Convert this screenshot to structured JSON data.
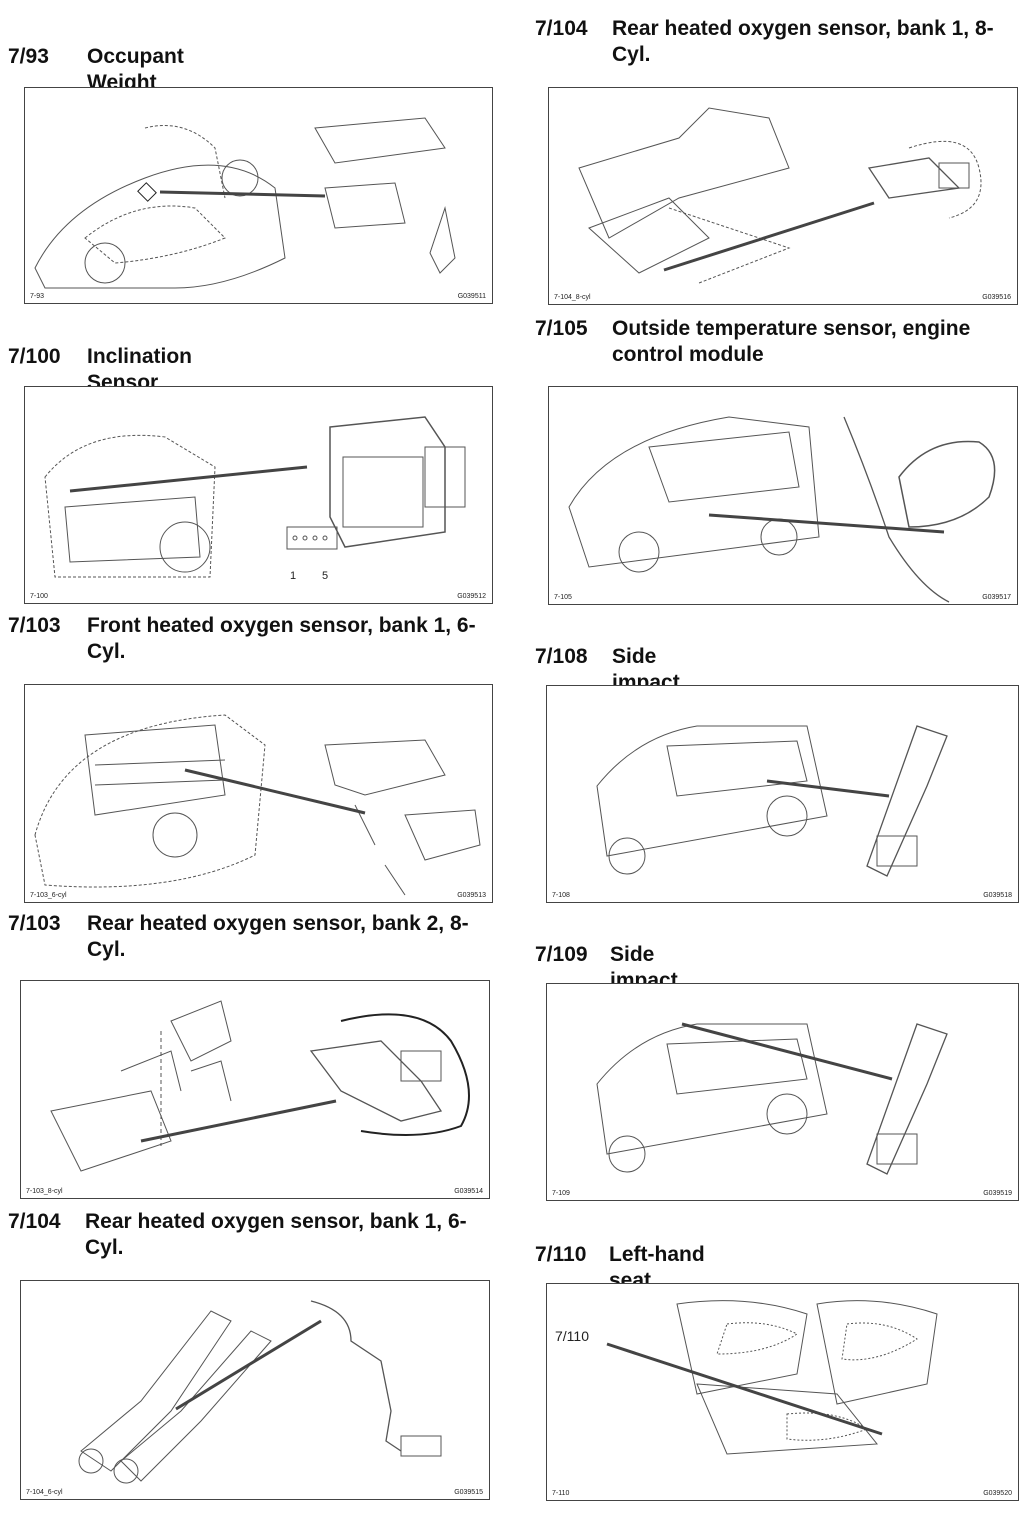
{
  "left_column": [
    {
      "code": "7/93",
      "title": "Occupant Weight Sensor (OWS)",
      "fig_id": "7-93",
      "fig_ref": "G039511"
    },
    {
      "code": "7/100",
      "title": "Inclination Sensor Module (ISM)",
      "fig_id": "7-100",
      "fig_ref": "G039512",
      "pins": [
        "1",
        "5"
      ]
    },
    {
      "code": "7/103",
      "title": "Front heated oxygen sensor, bank 1, 6-Cyl.",
      "fig_id": "7-103_6-cyl",
      "fig_ref": "G039513"
    },
    {
      "code": "7/103",
      "title": "Rear heated oxygen sensor, bank 2, 8-Cyl.",
      "fig_id": "7-103_8-cyl",
      "fig_ref": "G039514"
    },
    {
      "code": "7/104",
      "title": "Rear heated oxygen sensor, bank 1, 6-Cyl.",
      "fig_id": "7-104_6-cyl",
      "fig_ref": "G039515"
    }
  ],
  "right_column": [
    {
      "code": "7/104",
      "title": "Rear heated oxygen sensor, bank 1, 8-Cyl.",
      "fig_id": "7-104_8-cyl",
      "fig_ref": "G039516"
    },
    {
      "code": "7/105",
      "title": "Outside temperature sensor, engine control module",
      "fig_id": "7-105",
      "fig_ref": "G039517"
    },
    {
      "code": "7/108",
      "title": "Side impact sensor, rear left",
      "fig_id": "7-108",
      "fig_ref": "G039518"
    },
    {
      "code": "7/109",
      "title": "Side impact sensor, rear right",
      "fig_id": "7-109",
      "fig_ref": "G039519"
    },
    {
      "code": "7/110",
      "title": "Left-hand seat temperature sensor",
      "fig_id": "7-110",
      "fig_ref": "G039520",
      "callout": "7/110"
    }
  ]
}
